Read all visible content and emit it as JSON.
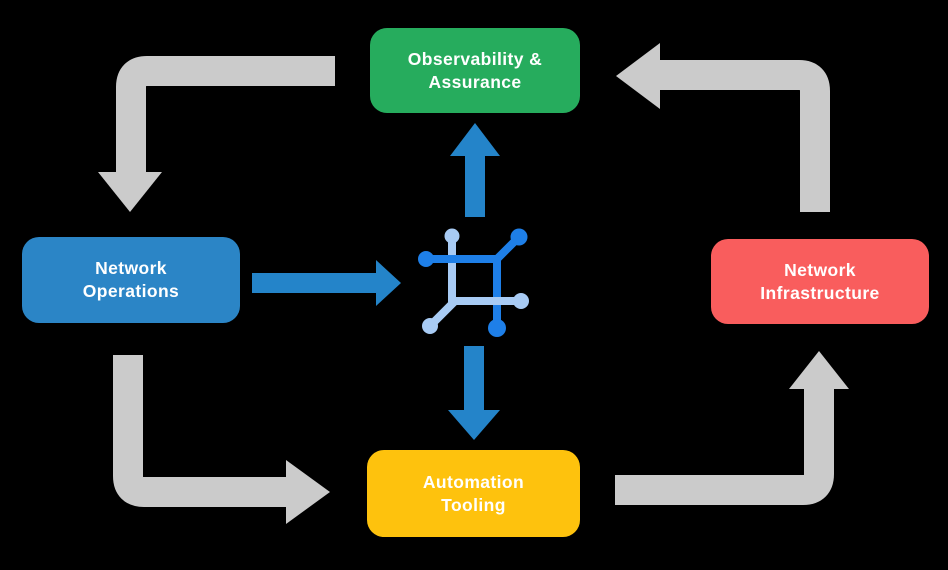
{
  "colors": {
    "background": "#000000",
    "observability_green": "#26AC5D",
    "operations_blue": "#2B85C6",
    "infrastructure_red": "#F95D5D",
    "automation_yellow": "#FEC20D",
    "flow_arrow_gray": "#CBCBCB",
    "blue_arrow": "#2484C9",
    "icon_dark_blue": "#1E7FE8",
    "icon_light_blue": "#A8CBF4",
    "label_text": "#FFFFFF"
  },
  "nodes": {
    "observability": {
      "line1": "Observability &",
      "line2": "Assurance"
    },
    "operations": {
      "line1": "Network",
      "line2": "Operations"
    },
    "infrastructure": {
      "line1": "Network",
      "line2": "Infrastructure"
    },
    "automation": {
      "line1": "Automation",
      "line2": "Tooling"
    }
  },
  "icons": {
    "center": "network-hub-icon"
  },
  "edges": [
    {
      "from": "observability-assurance",
      "to": "network-operations",
      "style": "gray-elbow-arrow"
    },
    {
      "from": "network-operations",
      "to": "automation-tooling",
      "style": "gray-elbow-arrow"
    },
    {
      "from": "automation-tooling",
      "to": "network-infrastructure",
      "style": "gray-elbow-arrow"
    },
    {
      "from": "network-infrastructure",
      "to": "observability-assurance",
      "style": "gray-elbow-arrow"
    },
    {
      "from": "network-operations",
      "to": "network-hub",
      "style": "blue-straight-arrow"
    },
    {
      "from": "network-hub",
      "to": "observability-assurance",
      "style": "blue-straight-arrow"
    },
    {
      "from": "network-hub",
      "to": "automation-tooling",
      "style": "blue-straight-arrow"
    }
  ]
}
